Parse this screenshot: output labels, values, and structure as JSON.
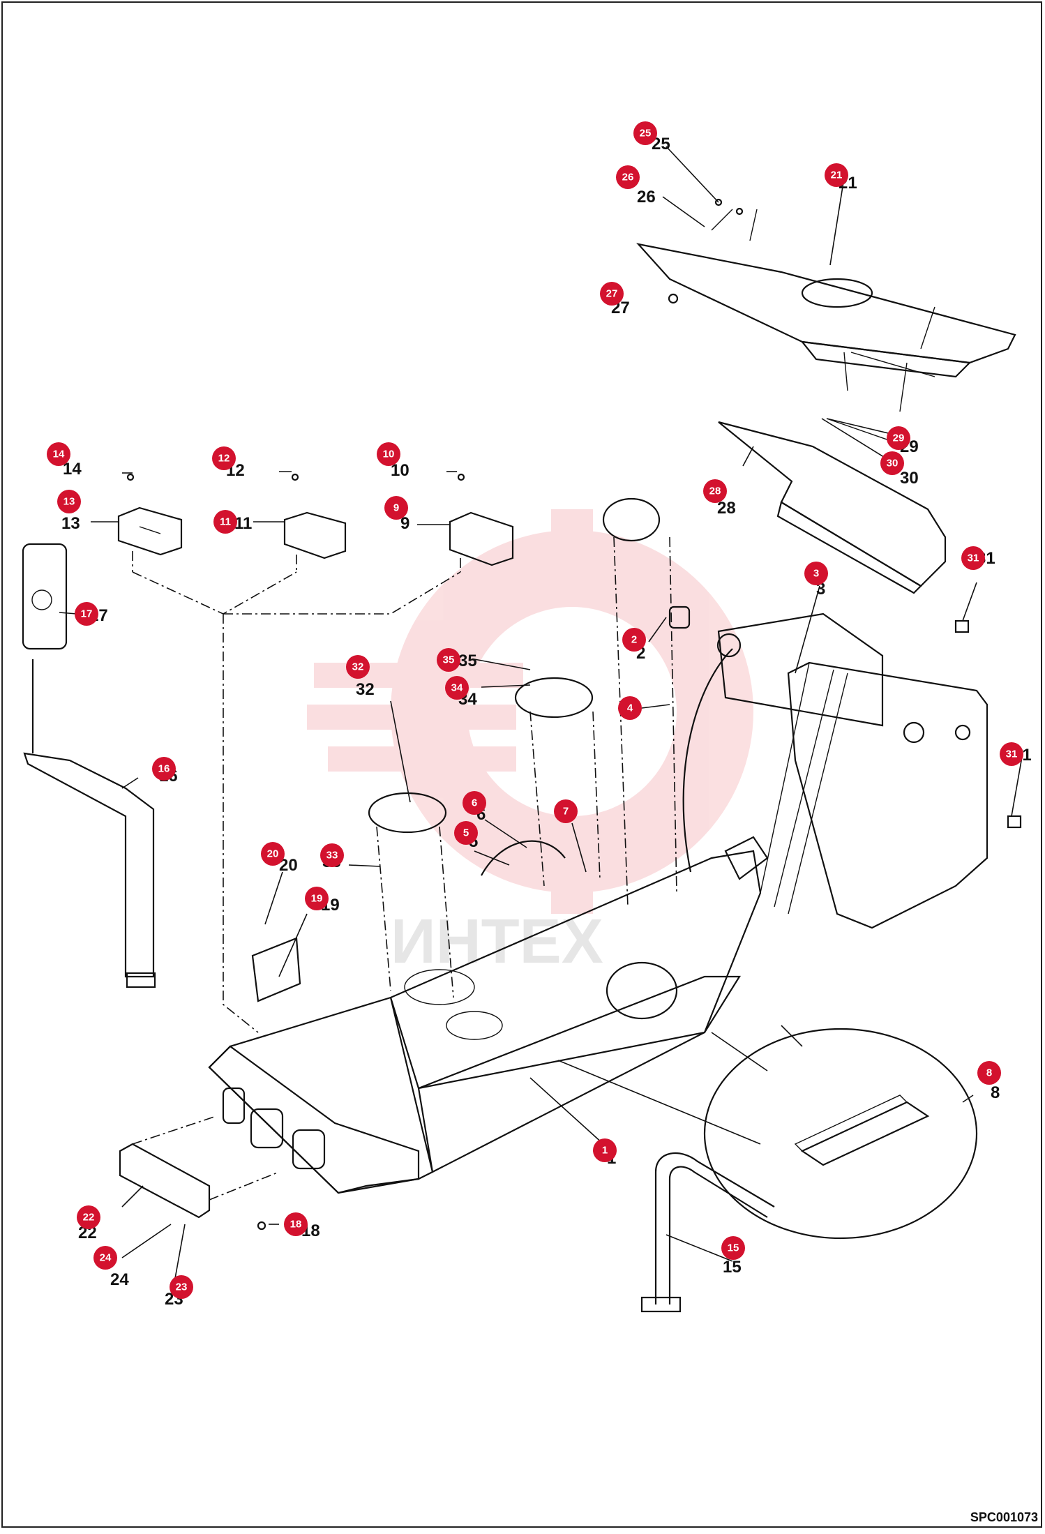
{
  "diagram": {
    "reference_code": "SPC001073",
    "watermark_text": "ИНТЕХ",
    "callouts": [
      {
        "id": "1",
        "label": "1"
      },
      {
        "id": "2",
        "label": "2"
      },
      {
        "id": "3",
        "label": "3"
      },
      {
        "id": "4",
        "label": "4"
      },
      {
        "id": "5",
        "label": "5"
      },
      {
        "id": "6",
        "label": "6"
      },
      {
        "id": "7",
        "label": "7"
      },
      {
        "id": "8",
        "label": "8"
      },
      {
        "id": "9",
        "label": "9"
      },
      {
        "id": "10",
        "label": "10"
      },
      {
        "id": "11",
        "label": "11"
      },
      {
        "id": "12",
        "label": "12"
      },
      {
        "id": "13",
        "label": "13"
      },
      {
        "id": "14",
        "label": "14"
      },
      {
        "id": "15",
        "label": "15"
      },
      {
        "id": "16",
        "label": "16"
      },
      {
        "id": "17",
        "label": "17"
      },
      {
        "id": "18",
        "label": "18"
      },
      {
        "id": "19",
        "label": "19"
      },
      {
        "id": "20",
        "label": "20"
      },
      {
        "id": "21",
        "label": "21"
      },
      {
        "id": "22",
        "label": "22"
      },
      {
        "id": "23",
        "label": "23"
      },
      {
        "id": "24",
        "label": "24"
      },
      {
        "id": "25",
        "label": "25"
      },
      {
        "id": "26",
        "label": "26"
      },
      {
        "id": "27",
        "label": "27"
      },
      {
        "id": "28",
        "label": "28"
      },
      {
        "id": "29",
        "label": "29"
      },
      {
        "id": "30",
        "label": "30"
      },
      {
        "id": "31a",
        "label": "31"
      },
      {
        "id": "31b",
        "label": "31"
      },
      {
        "id": "32",
        "label": "32"
      },
      {
        "id": "33",
        "label": "33"
      },
      {
        "id": "34",
        "label": "34"
      },
      {
        "id": "35",
        "label": "35"
      }
    ],
    "plain_labels": [
      {
        "id": "p25",
        "label": "25"
      },
      {
        "id": "p26",
        "label": "26"
      },
      {
        "id": "p27",
        "label": "27"
      },
      {
        "id": "p21",
        "label": "21"
      },
      {
        "id": "p28",
        "label": "28"
      },
      {
        "id": "p29",
        "label": "29"
      },
      {
        "id": "p30",
        "label": "30"
      },
      {
        "id": "p14",
        "label": "14"
      },
      {
        "id": "p12",
        "label": "12"
      },
      {
        "id": "p10",
        "label": "10"
      },
      {
        "id": "p13",
        "label": "13"
      },
      {
        "id": "p11",
        "label": "11"
      },
      {
        "id": "p9",
        "label": "9"
      },
      {
        "id": "p17",
        "label": "17"
      },
      {
        "id": "p3",
        "label": "3"
      },
      {
        "id": "p31a",
        "label": "31"
      },
      {
        "id": "p31b",
        "label": "31"
      },
      {
        "id": "p2",
        "label": "2"
      },
      {
        "id": "p35",
        "label": "35"
      },
      {
        "id": "p34",
        "label": "34"
      },
      {
        "id": "p32",
        "label": "32"
      },
      {
        "id": "p16",
        "label": "16"
      },
      {
        "id": "p6",
        "label": "6"
      },
      {
        "id": "p5",
        "label": "5"
      },
      {
        "id": "p20",
        "label": "20"
      },
      {
        "id": "p33",
        "label": "33"
      },
      {
        "id": "p19",
        "label": "19"
      },
      {
        "id": "p8",
        "label": "8"
      },
      {
        "id": "p1",
        "label": "1"
      },
      {
        "id": "p18",
        "label": "18"
      },
      {
        "id": "p22",
        "label": "22"
      },
      {
        "id": "p24",
        "label": "24"
      },
      {
        "id": "p23",
        "label": "23"
      },
      {
        "id": "p15",
        "label": "15"
      }
    ]
  }
}
